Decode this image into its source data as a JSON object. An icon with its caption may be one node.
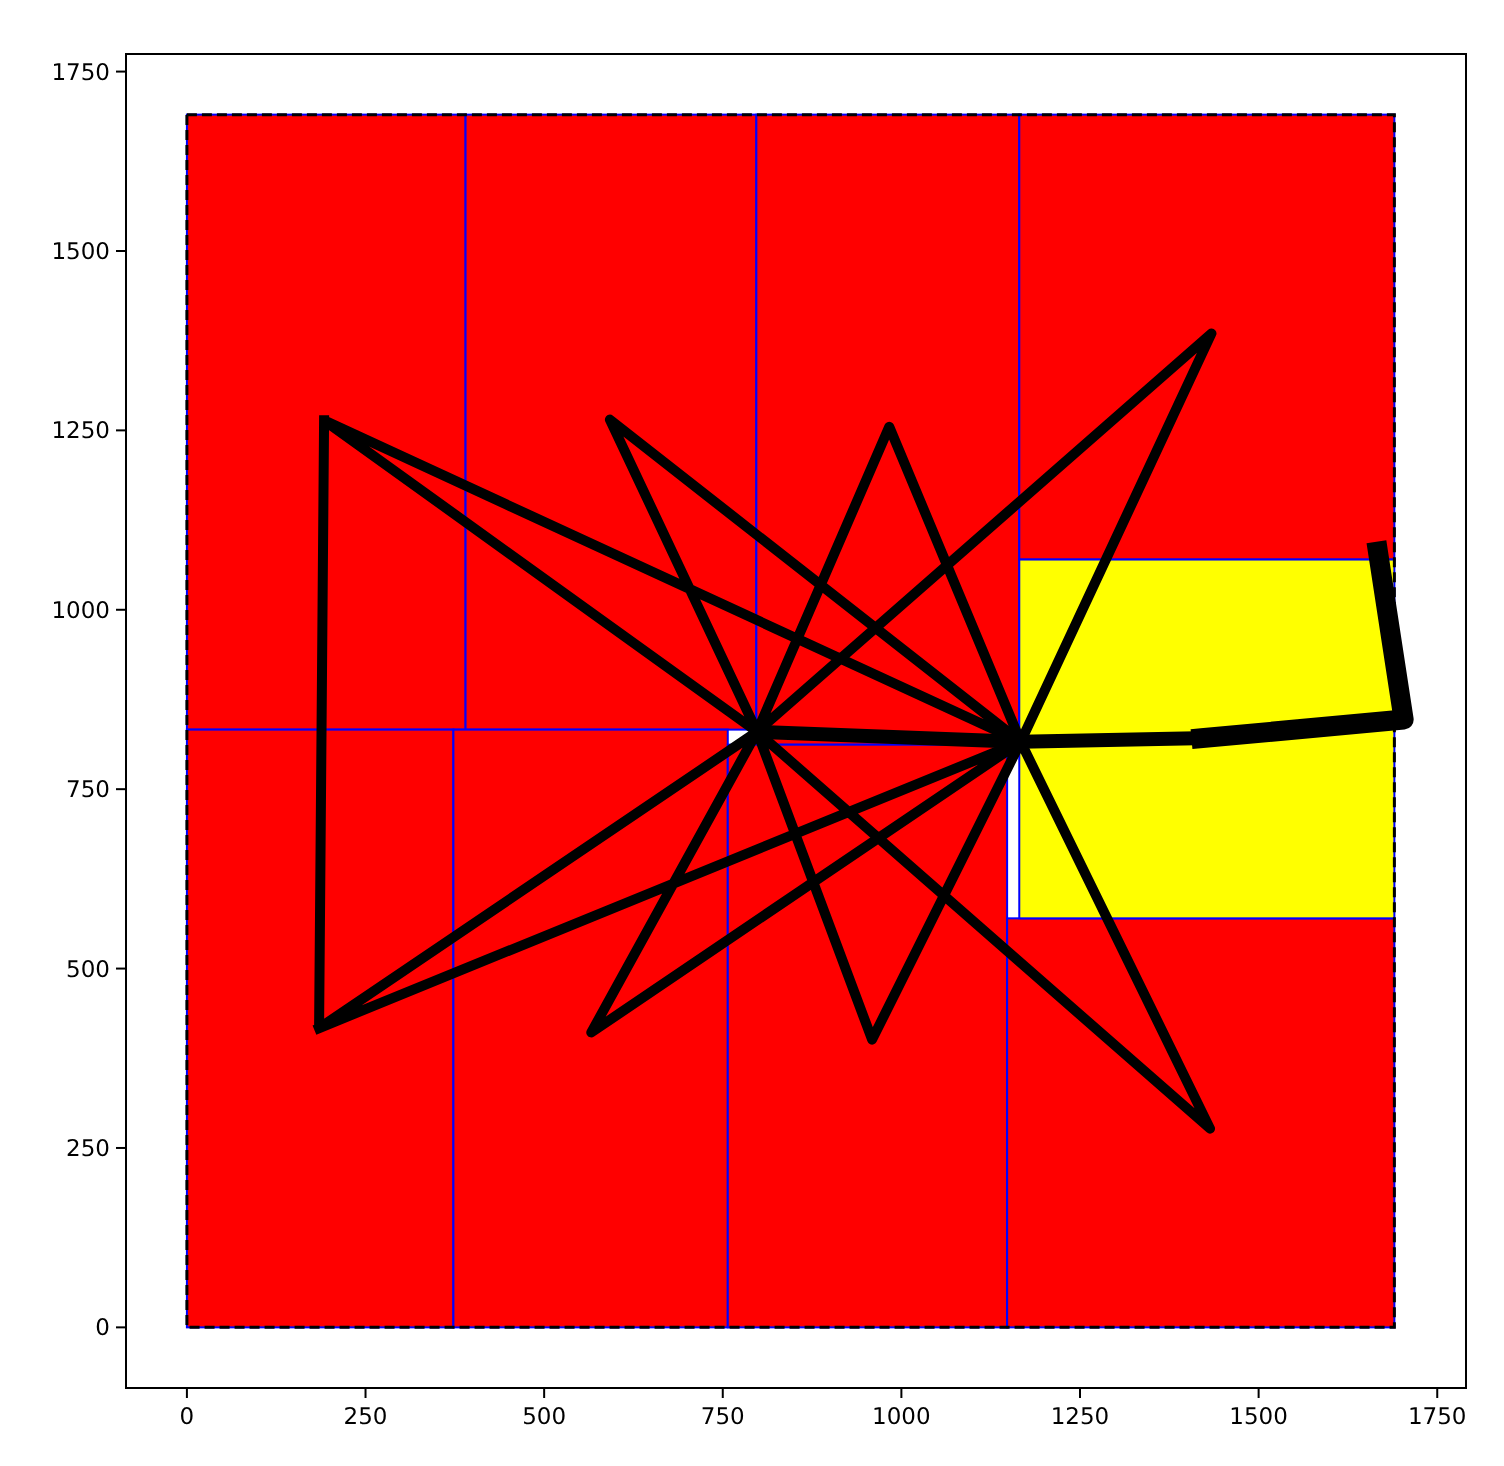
{
  "diagram": {
    "chart_data": {
      "type": "line",
      "xlim": [
        -85.25,
        1790.25
      ],
      "ylim": [
        -84.5,
        1774.5
      ],
      "xticks": [
        0,
        250,
        500,
        750,
        1000,
        1250,
        1500,
        1750
      ],
      "yticks": [
        0,
        250,
        500,
        750,
        1000,
        1250,
        1500,
        1750
      ],
      "x": [
        192,
        185,
        798,
        592,
        1167,
        983,
        798,
        1434,
        1167,
        566,
        798,
        959,
        1167,
        1432,
        798,
        192,
        1167,
        185,
        798,
        1167,
        1420,
        1703,
        1667
      ],
      "series": [
        {
          "color": "#000000",
          "values": [
            1264,
            417,
            830,
            1265,
            816,
            1255,
            830,
            1385,
            816,
            411,
            830,
            401,
            816,
            277,
            830,
            1264,
            816,
            417,
            null,
            null,
            null,
            null,
            null
          ]
        },
        {
          "color": "#000000",
          "values": [
            null,
            null,
            null,
            null,
            null,
            null,
            null,
            null,
            null,
            null,
            null,
            null,
            null,
            null,
            null,
            null,
            null,
            null,
            830,
            816,
            821,
            null,
            null
          ]
        },
        {
          "color": "#000000",
          "values": [
            null,
            null,
            null,
            null,
            null,
            null,
            null,
            null,
            null,
            null,
            null,
            null,
            null,
            null,
            null,
            null,
            null,
            null,
            null,
            null,
            821,
            847,
            1081
          ]
        }
      ]
    }
  }
}
